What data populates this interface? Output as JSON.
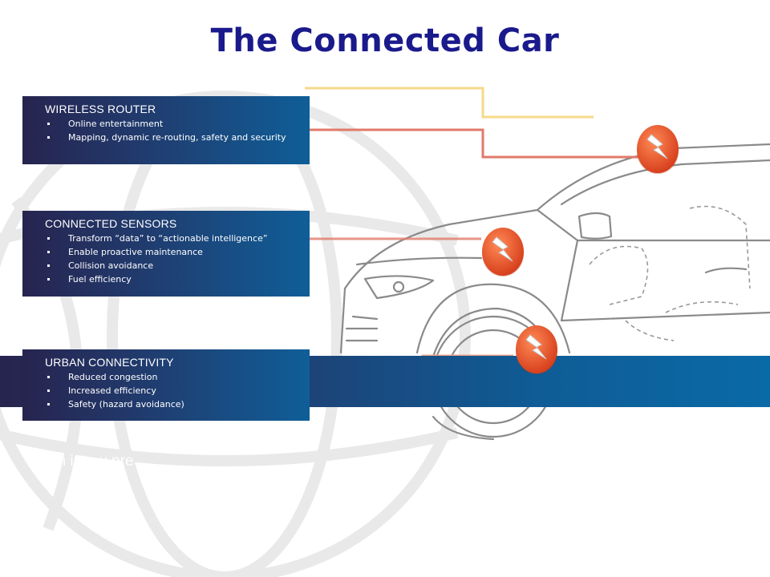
{
  "title": "The Connected Car",
  "panels": [
    {
      "heading": "WIRELESS ROUTER",
      "items": [
        "Online entertainment",
        "Mapping, dynamic re-routing, safety and security"
      ]
    },
    {
      "heading": "CONNECTED SENSORS",
      "items": [
        "Transform “data” to “actionable intelligence”",
        "Enable proactive maintenance",
        "Collision avoidance",
        "Fuel efficiency"
      ]
    },
    {
      "heading": "URBAN CONNECTIVITY",
      "items": [
        "Reduced congestion",
        "Increased efficiency",
        "Safety (hazard avoidance)"
      ]
    }
  ],
  "ghost_caption": "ction     inte                                        u                 pre",
  "colors": {
    "title": "#1a1a8c",
    "panel_dark": "#27244f",
    "panel_light": "#0f5e98",
    "badge_orange": "#e8522a",
    "connector_yellow": "#f5d98a",
    "connector_red": "#e07a6a"
  },
  "icons": [
    "lightning-badge-icon",
    "lightning-badge-icon",
    "lightning-badge-icon"
  ]
}
